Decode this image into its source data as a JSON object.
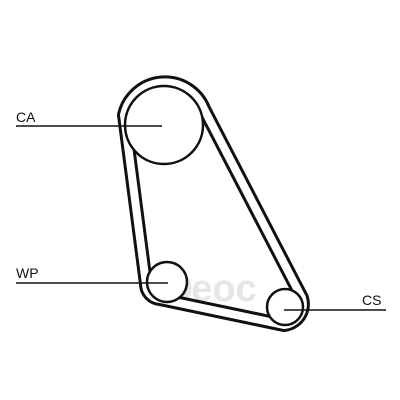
{
  "diagram": {
    "labels": {
      "camshaft": "CA",
      "water_pump": "WP",
      "crankshaft": "CS"
    }
  },
  "watermark": {
    "text": "oeoc"
  },
  "colors": {
    "line": "#111111",
    "background": "#ffffff",
    "watermark": "#e6e6e6"
  }
}
